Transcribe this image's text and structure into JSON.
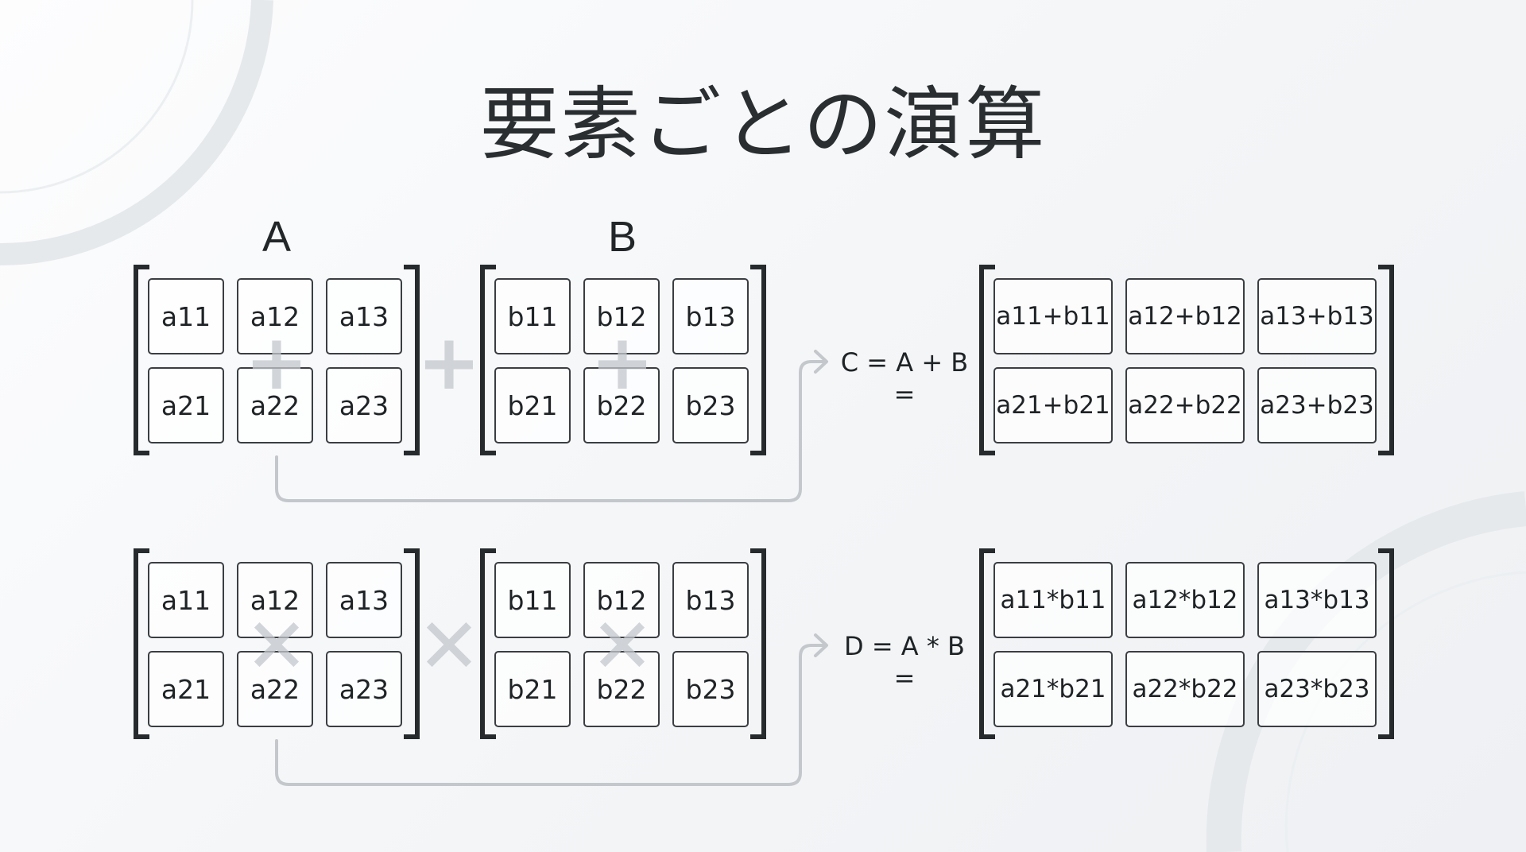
{
  "title": "要素ごとの演算",
  "labels": {
    "a": "A",
    "b": "B"
  },
  "matrix_a": [
    [
      "a11",
      "a12",
      "a13"
    ],
    [
      "a21",
      "a22",
      "a23"
    ]
  ],
  "matrix_b": [
    [
      "b11",
      "b12",
      "b13"
    ],
    [
      "b21",
      "b22",
      "b23"
    ]
  ],
  "operations": [
    {
      "symbol": "+",
      "equation": "C = A + B =",
      "result": [
        [
          "a11+b11",
          "a12+b12",
          "a13+b13"
        ],
        [
          "a21+b21",
          "a22+b22",
          "a23+b23"
        ]
      ]
    },
    {
      "symbol": "✕",
      "equation": "D = A * B =",
      "result": [
        [
          "a11*b11",
          "a12*b12",
          "a13*b13"
        ],
        [
          "a21*b21",
          "a22*b22",
          "a23*b23"
        ]
      ]
    }
  ],
  "colors": {
    "text": "#222629",
    "connector": "#c4c7cb",
    "ghost_symbol": "#c3c7cc",
    "decoration": "#e6e9ec"
  }
}
